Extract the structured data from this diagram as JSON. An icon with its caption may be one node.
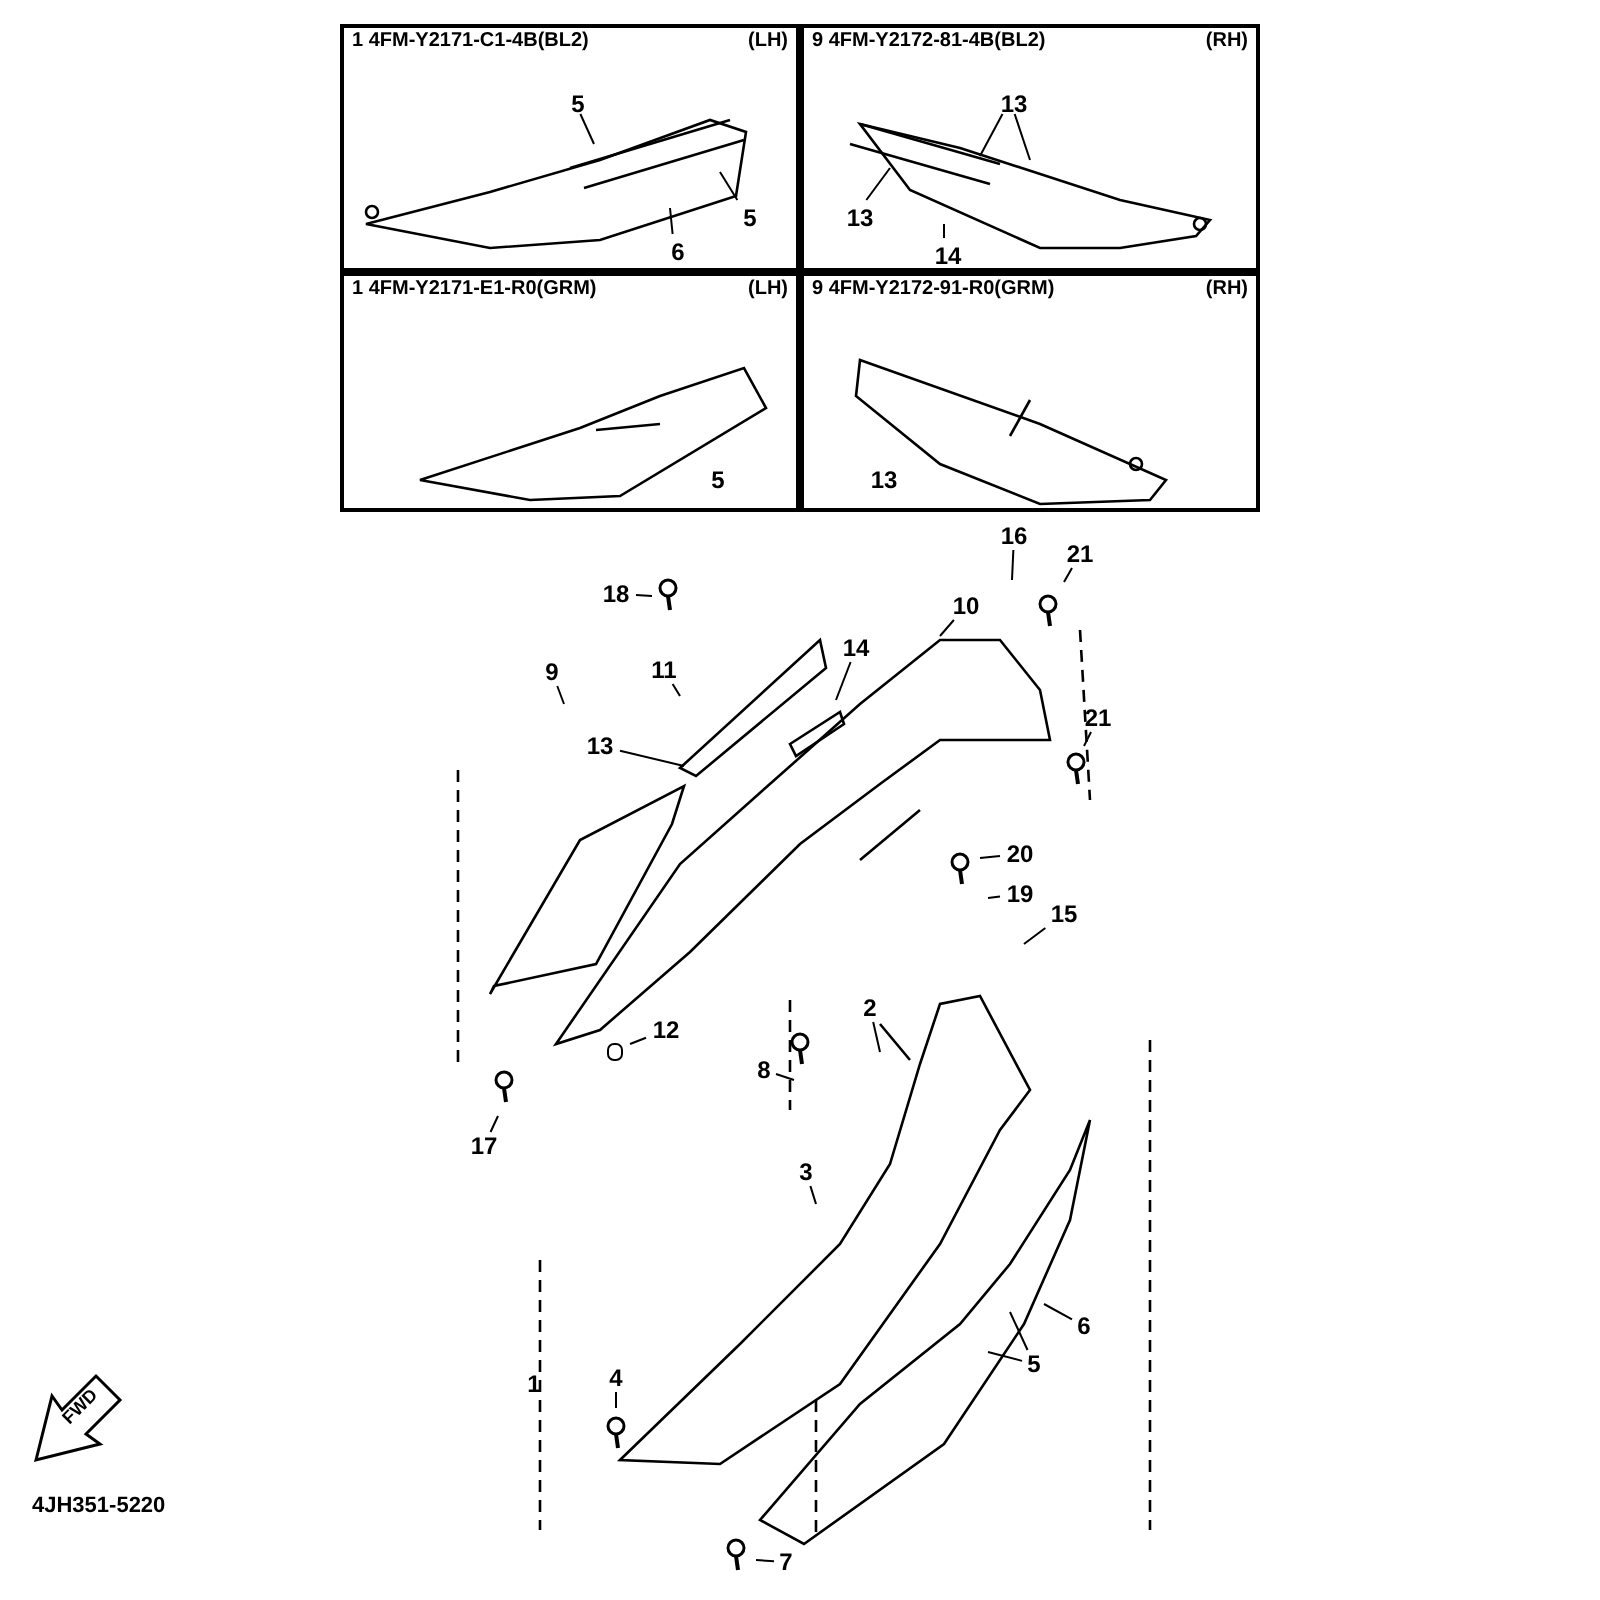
{
  "diagram": {
    "nodes": [
      {
        "text": [
          "1 4FM-Y2171-C1-4B(BL2)",
          "(LH)"
        ]
      },
      {
        "text": [
          "5"
        ],
        "in": 0
      },
      {
        "text": [
          "5"
        ],
        "in": 0
      },
      {
        "text": [
          "6"
        ],
        "in": 0
      },
      {
        "text": [
          "9 4FM-Y2172-81-4B(BL2)",
          "(RH)"
        ]
      },
      {
        "text": [
          "13"
        ],
        "in": 4
      },
      {
        "text": [
          "13"
        ],
        "in": 4
      },
      {
        "text": [
          "14"
        ],
        "in": 4
      },
      {
        "text": [
          "1 4FM-Y2171-E1-R0(GRM)",
          "(LH)"
        ]
      },
      {
        "text": [
          "5"
        ],
        "in": 8
      },
      {
        "text": [
          "9 4FM-Y2172-91-R0(GRM)",
          "(RH)"
        ]
      },
      {
        "text": [
          "13"
        ],
        "in": 10
      },
      {
        "text": [
          "16"
        ]
      },
      {
        "text": [
          "21"
        ]
      },
      {
        "text": [
          "18"
        ]
      },
      {
        "text": [
          "10"
        ]
      },
      {
        "text": [
          "9"
        ]
      },
      {
        "text": [
          "11"
        ]
      },
      {
        "text": [
          "14"
        ]
      },
      {
        "text": [
          "13"
        ]
      },
      {
        "text": [
          "21"
        ]
      },
      {
        "text": [
          "20"
        ]
      },
      {
        "text": [
          "19"
        ]
      },
      {
        "text": [
          "15"
        ]
      },
      {
        "text": [
          "12"
        ]
      },
      {
        "text": [
          "2"
        ]
      },
      {
        "text": [
          "8"
        ]
      },
      {
        "text": [
          "17"
        ]
      },
      {
        "text": [
          "3"
        ]
      },
      {
        "text": [
          "1"
        ]
      },
      {
        "text": [
          "4"
        ]
      },
      {
        "text": [
          "6"
        ]
      },
      {
        "text": [
          "5"
        ]
      },
      {
        "text": [
          "7"
        ]
      }
    ],
    "edges": [
      {
        "from": 1,
        "to": null,
        "arrow": "none"
      },
      {
        "from": 2,
        "to": null,
        "arrow": "none"
      },
      {
        "from": 3,
        "to": null,
        "arrow": "none"
      },
      {
        "from": 5,
        "to": null,
        "arrow": "none"
      },
      {
        "from": 5,
        "to": null,
        "arrow": "none"
      },
      {
        "from": 6,
        "to": null,
        "arrow": "none"
      },
      {
        "from": 7,
        "to": null,
        "arrow": "none"
      },
      {
        "from": 12,
        "to": null,
        "arrow": "none"
      },
      {
        "from": 13,
        "to": null,
        "arrow": "none"
      },
      {
        "from": 14,
        "to": null,
        "arrow": "none"
      },
      {
        "from": 15,
        "to": null,
        "arrow": "none"
      },
      {
        "from": 16,
        "to": null,
        "arrow": "none"
      },
      {
        "from": 17,
        "to": null,
        "arrow": "none"
      },
      {
        "from": 18,
        "to": null,
        "arrow": "none"
      },
      {
        "from": 19,
        "to": null,
        "arrow": "none"
      },
      {
        "from": 20,
        "to": null,
        "arrow": "none"
      },
      {
        "from": 21,
        "to": null,
        "arrow": "none"
      },
      {
        "from": 22,
        "to": null,
        "arrow": "none"
      },
      {
        "from": 23,
        "to": null,
        "arrow": "none"
      },
      {
        "from": 24,
        "to": null,
        "arrow": "none"
      },
      {
        "from": 25,
        "to": null,
        "arrow": "none"
      },
      {
        "from": 26,
        "to": null,
        "arrow": "none"
      },
      {
        "from": 27,
        "to": null,
        "arrow": "none"
      },
      {
        "from": 28,
        "to": null,
        "arrow": "none"
      },
      {
        "from": 30,
        "to": null,
        "arrow": "none"
      },
      {
        "from": 31,
        "to": null,
        "arrow": "none"
      },
      {
        "from": 32,
        "to": null,
        "arrow": "none"
      },
      {
        "from": 32,
        "to": null,
        "arrow": "none"
      },
      {
        "from": 33,
        "to": null,
        "arrow": "none"
      }
    ],
    "labels": [
      "FWD",
      "4JH351-5220"
    ]
  }
}
